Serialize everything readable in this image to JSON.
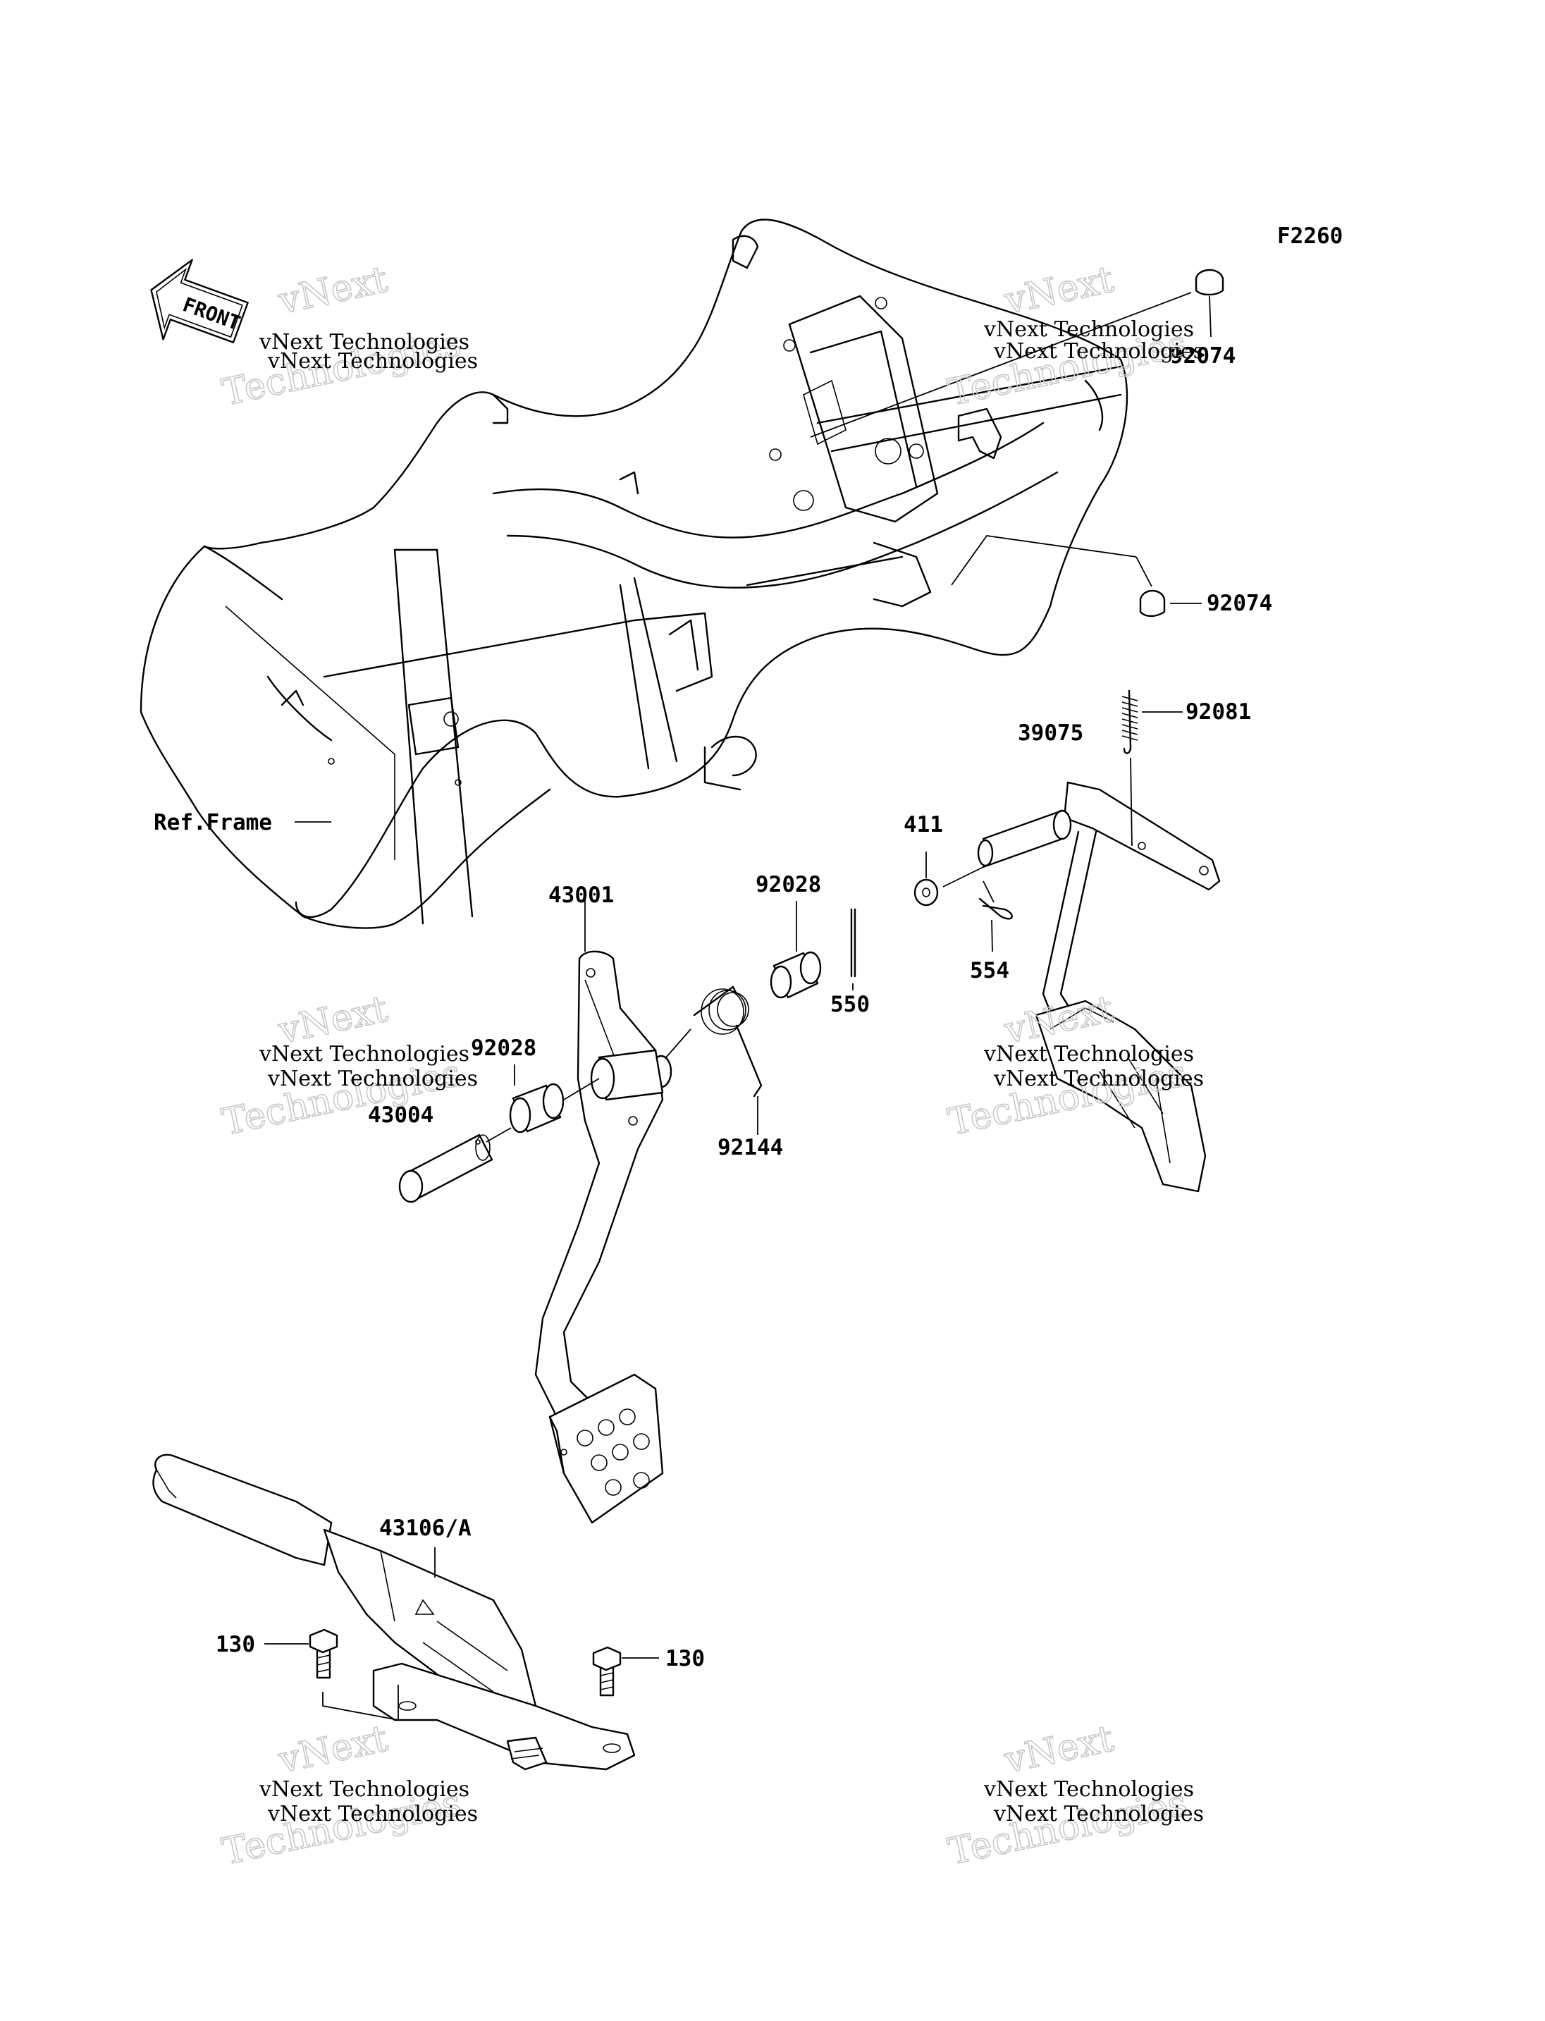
{
  "diagram_code": "F2260",
  "front_label": "FRONT",
  "watermark": {
    "company": "vNext Technologies",
    "brand_top": "vNext",
    "brand_bottom": "Technologies"
  },
  "labels": {
    "frame": "Ref.Frame",
    "p92074_a": "92074",
    "p92074_b": "92074",
    "p92081": "92081",
    "p39075": "39075",
    "p411": "411",
    "p554": "554",
    "p43001": "43001",
    "p92028_a": "92028",
    "p550": "550",
    "p92028_b": "92028",
    "p92144": "92144",
    "p43004": "43004",
    "p43106": "43106/A",
    "p130_a": "130",
    "p130_b": "130"
  }
}
